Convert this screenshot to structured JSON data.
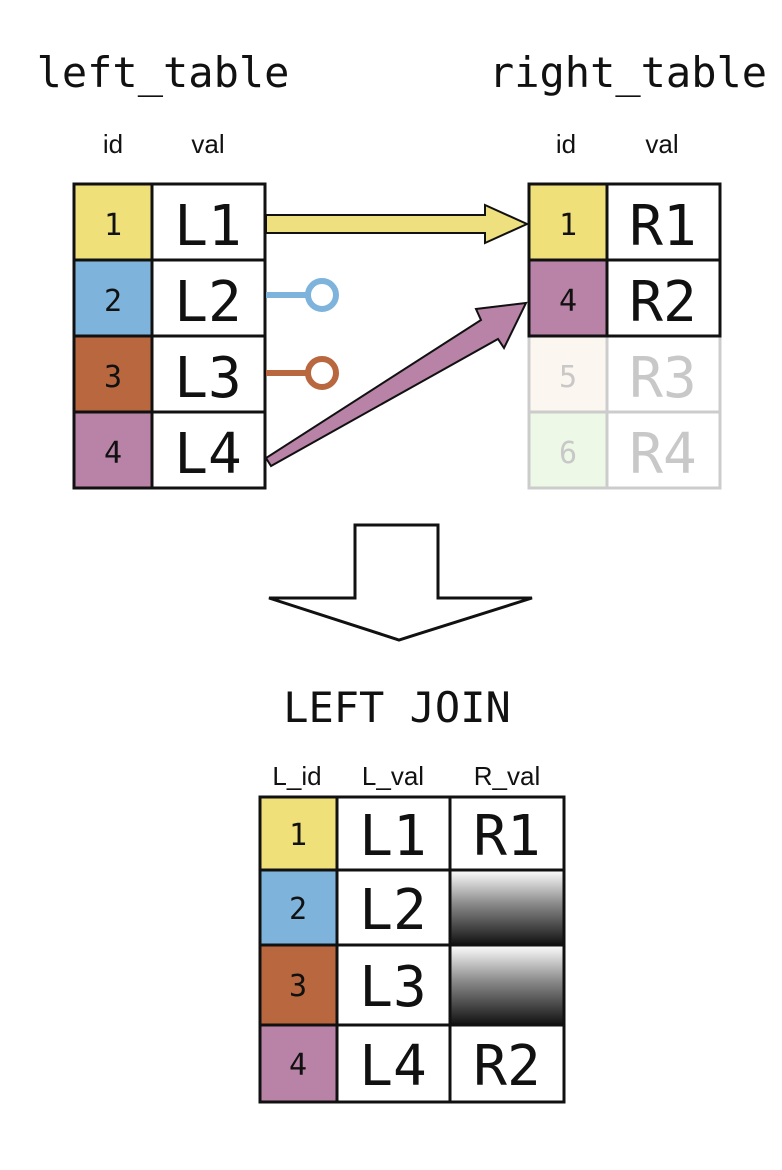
{
  "colors": {
    "yellow": "#EFE07A",
    "blue": "#7EB3DC",
    "rust": "#B8673F",
    "mauve": "#B883A6",
    "faded_peach": "#FCF6F0",
    "faded_green": "#EEF8E6",
    "border": "#111111",
    "faded_border": "#CCCCCC",
    "faded_text": "#C8C8C8",
    "yellow_arrow": "#EEE07E",
    "mauve_arrow": "#B883A6"
  },
  "left_table": {
    "title": "left_table",
    "headers": {
      "id": "id",
      "val": "val"
    },
    "rows": [
      {
        "id": "1",
        "val": "L1"
      },
      {
        "id": "2",
        "val": "L2"
      },
      {
        "id": "3",
        "val": "L3"
      },
      {
        "id": "4",
        "val": "L4"
      }
    ]
  },
  "right_table": {
    "title": "right_table",
    "headers": {
      "id": "id",
      "val": "val"
    },
    "rows": [
      {
        "id": "1",
        "val": "R1"
      },
      {
        "id": "4",
        "val": "R2"
      },
      {
        "id": "5",
        "val": "R3"
      },
      {
        "id": "6",
        "val": "R4"
      }
    ]
  },
  "operation": {
    "label": "LEFT JOIN"
  },
  "result_table": {
    "headers": {
      "l_id": "L_id",
      "l_val": "L_val",
      "r_val": "R_val"
    },
    "rows": [
      {
        "l_id": "1",
        "l_val": "L1",
        "r_val": "R1"
      },
      {
        "l_id": "2",
        "l_val": "L2",
        "r_val": ""
      },
      {
        "l_id": "3",
        "l_val": "L3",
        "r_val": ""
      },
      {
        "l_id": "4",
        "l_val": "L4",
        "r_val": "R2"
      }
    ]
  }
}
